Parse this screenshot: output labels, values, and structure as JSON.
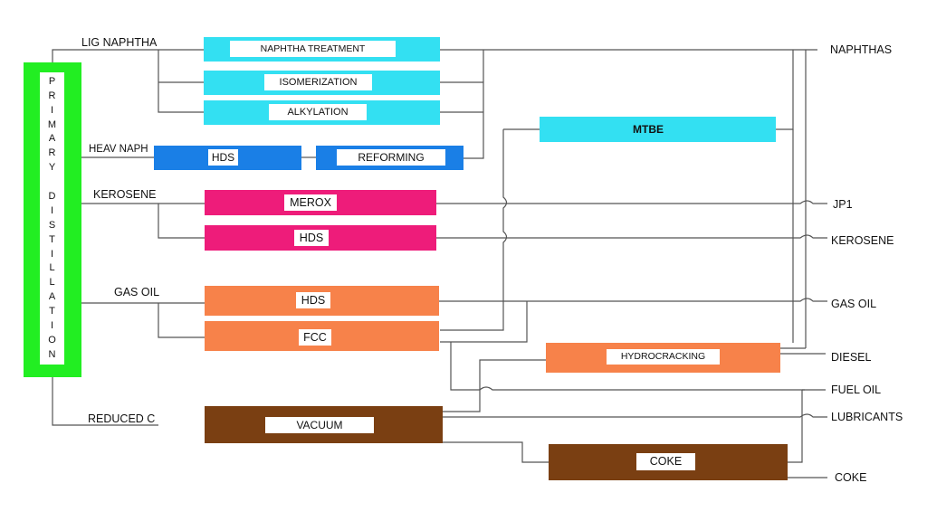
{
  "colors": {
    "distillation": "#22ee22",
    "naphtha": "#33e0f2",
    "hds_heavy": "#1a7fe6",
    "kerosene": "#ee1c7a",
    "gasoil": "#f7824a",
    "reduced": "#7a3f12",
    "line": "#555555"
  },
  "primary_distillation": {
    "letters": [
      "P",
      "R",
      "I",
      "M",
      "A",
      "R",
      "Y",
      "",
      "D",
      "I",
      "S",
      "T",
      "I",
      "L",
      "L",
      "A",
      "T",
      "I",
      "O",
      "N"
    ]
  },
  "streams": {
    "lig_naphtha": "LIG NAPHTHA",
    "heav_naph": "HEAV NAPH",
    "kerosene": "KEROSENE",
    "gas_oil": "GAS OIL",
    "reduced_c": "REDUCED C"
  },
  "units": {
    "naphtha_treatment": "NAPHTHA TREATMENT",
    "isomerization": "ISOMERIZATION",
    "alkylation": "ALKYLATION",
    "hds_heavy": "HDS",
    "reforming": "REFORMING",
    "mtbe": "MTBE",
    "merox": "MEROX",
    "hds_kero": "HDS",
    "hds_gasoil": "HDS",
    "fcc": "FCC",
    "hydrocracking": "HYDROCRACKING",
    "vacuum": "VACUUM",
    "coke": "COKE"
  },
  "products": {
    "naphthas": "NAPHTHAS",
    "jp1": "JP1",
    "kerosene": "KEROSENE",
    "gas_oil": "GAS OIL",
    "diesel": "DIESEL",
    "fuel_oil": "FUEL OIL",
    "lubricants": "LUBRICANTS",
    "coke": "COKE"
  }
}
